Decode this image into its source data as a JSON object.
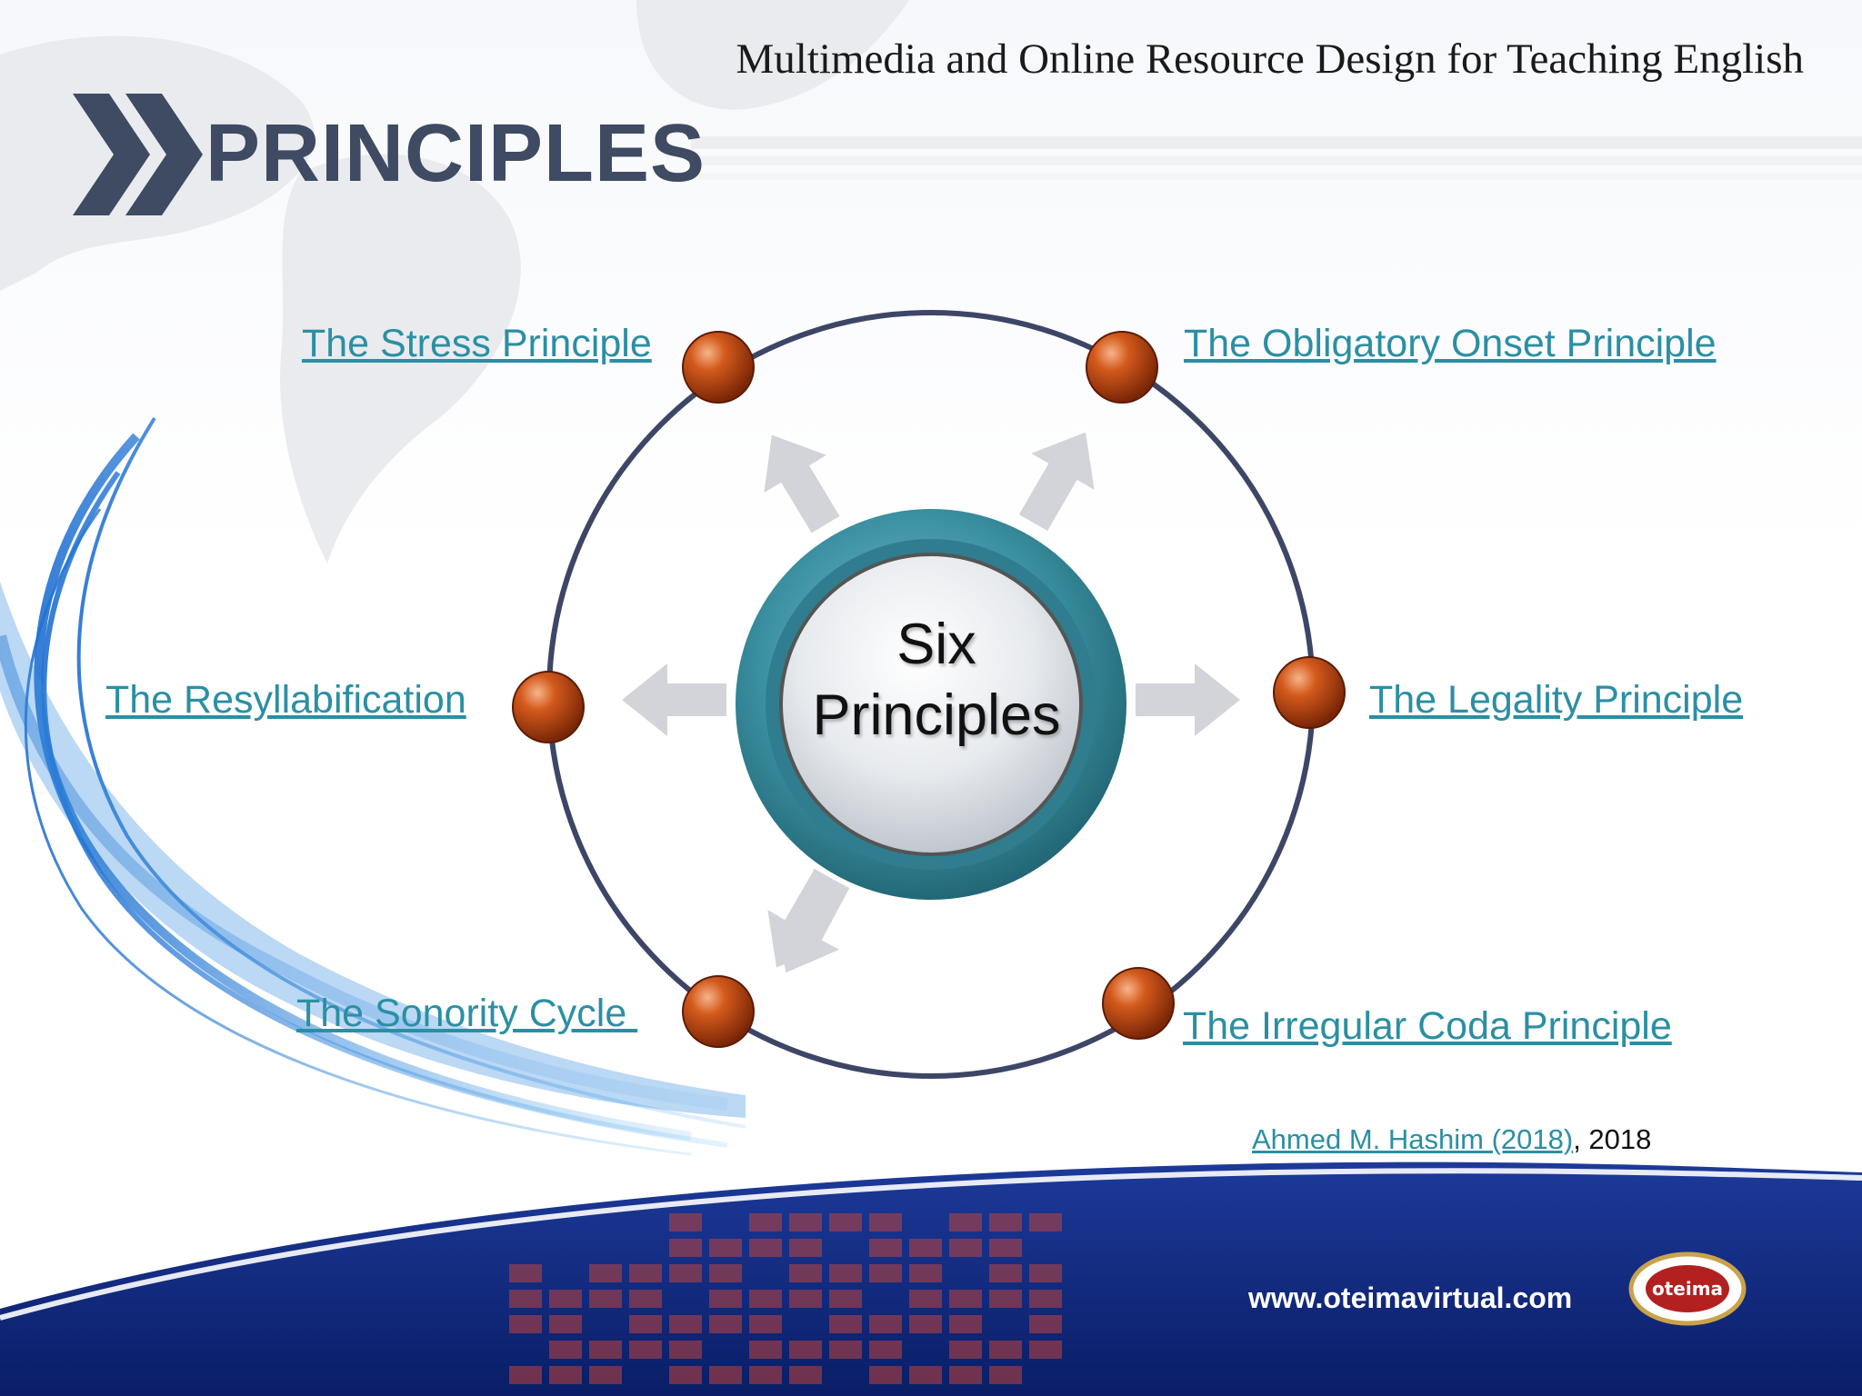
{
  "header": {
    "title": "Multimedia and Online Resource Design for Teaching English"
  },
  "section": {
    "title": "PRINCIPLES"
  },
  "diagram": {
    "center_label_line1": "Six",
    "center_label_line2": "Principles",
    "nodes": [
      {
        "label": "The Stress Principle"
      },
      {
        "label": "The Obligatory Onset Principle"
      },
      {
        "label": "The Resyllabification"
      },
      {
        "label": "The Legality Principle"
      },
      {
        "label": "The Sonority Cycle "
      },
      {
        "label": "The Irregular Coda Principle"
      }
    ]
  },
  "citation": {
    "link": "Ahmed M. Hashim (2018)",
    "suffix": ", 2018"
  },
  "footer": {
    "website": "www.oteimavirtual.com",
    "logo_text": "oteima"
  },
  "colors": {
    "accent": "#2b8fa3",
    "title": "#3f4a63",
    "node": "#b8430e",
    "ring": "#3d4666",
    "hub": "#3a8fa0",
    "footer_band": "#10287a"
  },
  "icons": {
    "title_marker": "double-chevron-icon"
  }
}
